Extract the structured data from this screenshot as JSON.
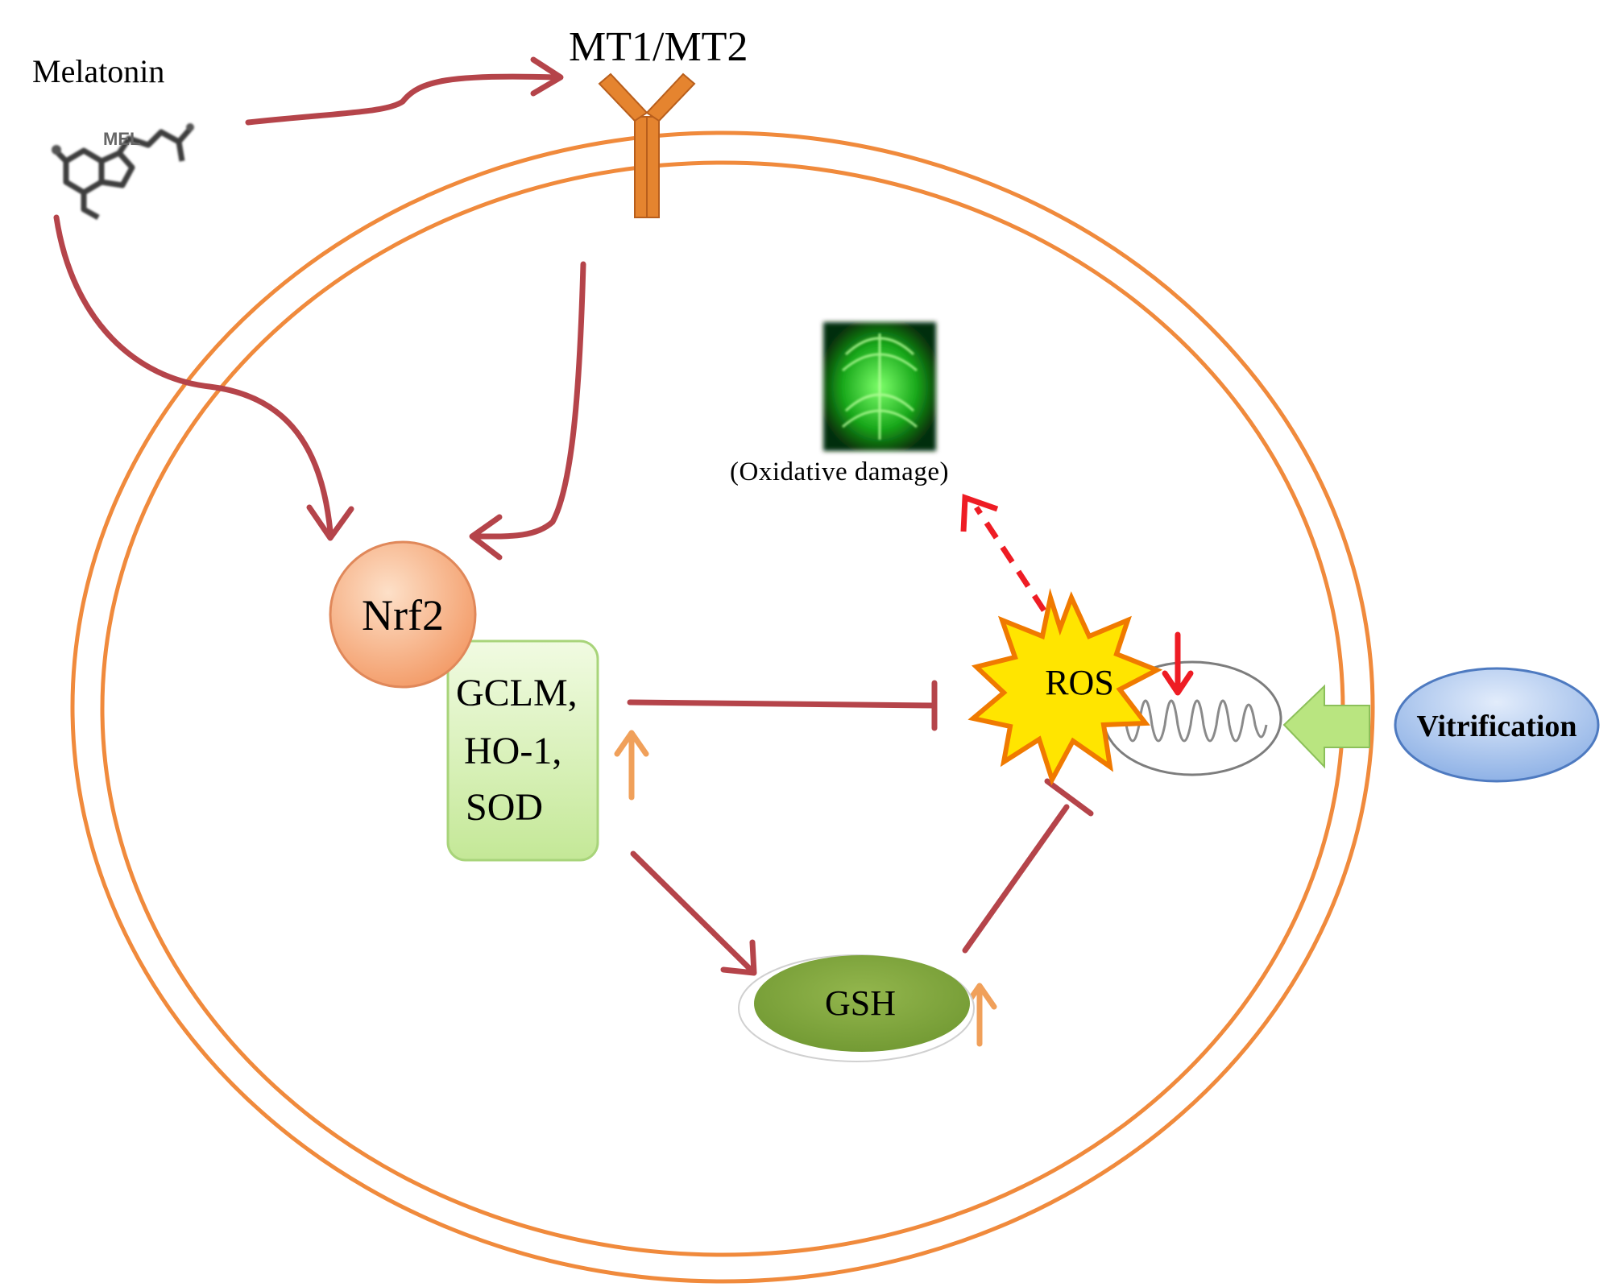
{
  "labels": {
    "melatonin": "Melatonin",
    "mel_abbrev": "MEL",
    "receptor": "MT1/MT2",
    "nrf2": "Nrf2",
    "gene_line1": "GCLM,",
    "gene_line2": "HO-1,",
    "gene_line3": "SOD",
    "ros": "ROS",
    "oxidative_damage": "(Oxidative damage)",
    "gsh": "GSH",
    "vitrification": "Vitrification"
  },
  "colors": {
    "cell_membrane": "#f08a3c",
    "pathway_arrow": "#b5444a",
    "upregulation_arrow": "#f0a05a",
    "damage_arrow": "#ee1c24",
    "receptor": "#e5842f",
    "nrf2_fill": "#f7a878",
    "gene_box_fill": "#d8f1b4",
    "gsh_fill": "#7fa63c",
    "ros_burst": "#ffe500",
    "ros_burst_outline": "#f07a00",
    "vitrification_fill": "#a8c4ee",
    "vitrification_arrow": "#b9e580"
  },
  "icons": {
    "receptor": "y-shaped-receptor-icon",
    "molecule": "melatonin-molecule-icon",
    "mitochondrion": "mitochondrion-icon",
    "spindle": "spindle-fluorescence-icon"
  }
}
